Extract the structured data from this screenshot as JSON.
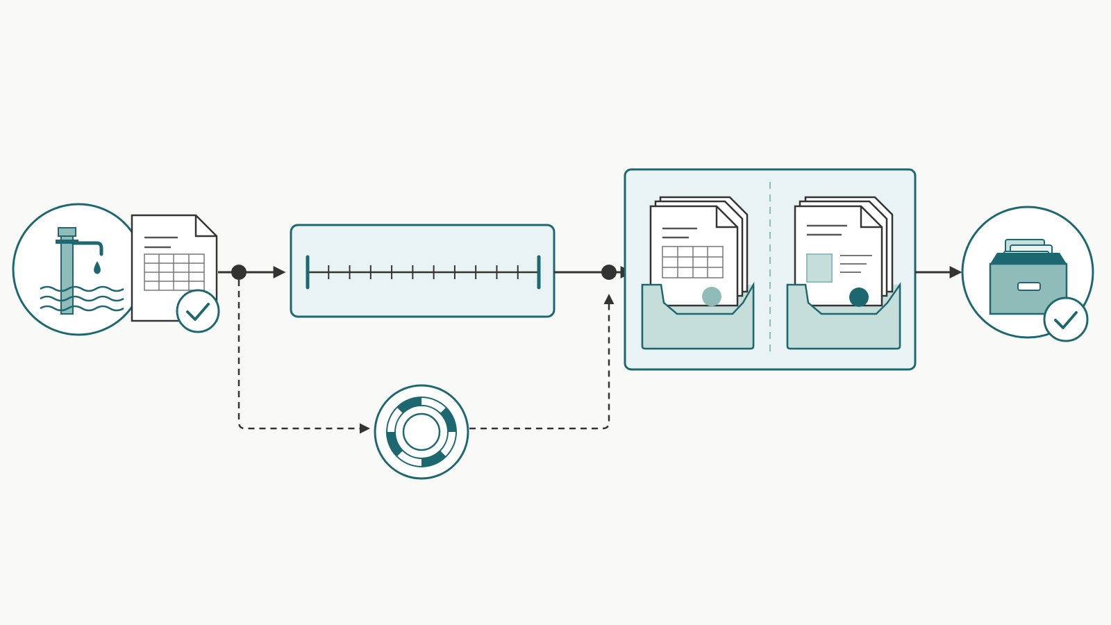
{
  "colors": {
    "background": "#f9f9f7",
    "teal": "#1d6870",
    "teal_fill": "#c6ded9",
    "teal_fill_light": "#eaf3f3",
    "teal_mid": "#8fbcb8",
    "dark": "#333333",
    "paper": "#ffffff"
  },
  "icons": {
    "source": "water-well-pump-icon",
    "source_document": "spreadsheet-document-icon",
    "verified": "check-circle-icon",
    "timeline": "timeline-ruler-icon",
    "recovery": "life-buoy-icon",
    "output_left": "spreadsheet-documents-in-folder-icon",
    "output_right": "report-documents-in-folder-icon",
    "archive": "archive-box-icon"
  },
  "diagram": {
    "timeline_tick_count": 11,
    "fallback_path_style": "dashed",
    "main_path_style": "solid"
  }
}
